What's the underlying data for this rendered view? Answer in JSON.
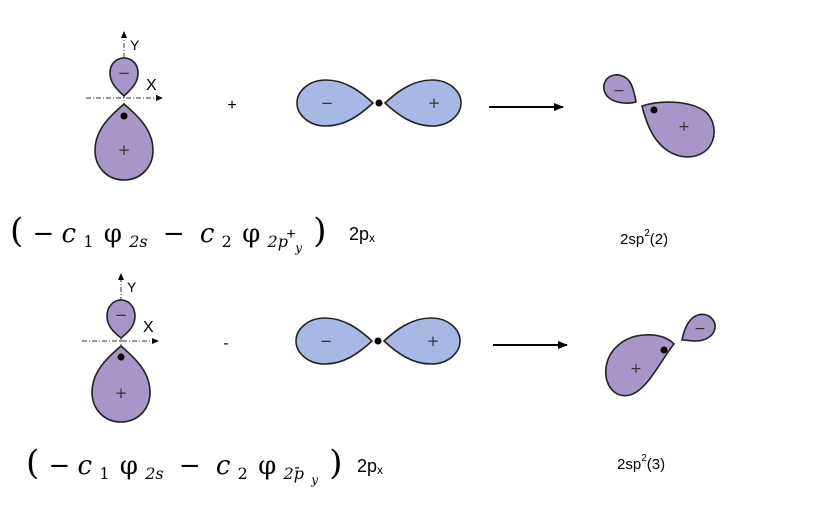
{
  "rows": [
    {
      "axis_y": "Y",
      "axis_x": "X",
      "op_sign": "+",
      "lobe_minus": "−",
      "lobe_plus": "+",
      "px_minus": "−",
      "px_plus": "+",
      "result_minus": "−",
      "result_plus": "+",
      "formula": {
        "open": "(",
        "minus1": "−",
        "c1": "c",
        "c1_sub": "1",
        "phi1": "φ",
        "phi1_sub": "2s",
        "minus2": "−",
        "c2": "c",
        "c2_sub": "2",
        "phi2": "φ",
        "phi2_sub": "2p",
        "phi2_subsub": "y",
        "close": ")"
      },
      "formula_op": "+",
      "px_label": "2p",
      "px_sub": "x",
      "result_label": "2sp",
      "result_sup": "2",
      "result_index": "(2)"
    },
    {
      "axis_y": "Y",
      "axis_x": "X",
      "op_sign": "-",
      "lobe_minus": "−",
      "lobe_plus": "+",
      "px_minus": "−",
      "px_plus": "+",
      "result_minus": "−",
      "result_plus": "+",
      "formula": {
        "open": "(",
        "minus1": "−",
        "c1": "c",
        "c1_sub": "1",
        "phi1": "φ",
        "phi1_sub": "2s",
        "minus2": "−",
        "c2": "c",
        "c2_sub": "2",
        "phi2": "φ",
        "phi2_sub": "2p",
        "phi2_subsub": "y",
        "close": ")"
      },
      "formula_op": "-",
      "px_label": "2p",
      "px_sub": "x",
      "result_label": "2sp",
      "result_sup": "2",
      "result_index": "(3)"
    }
  ]
}
